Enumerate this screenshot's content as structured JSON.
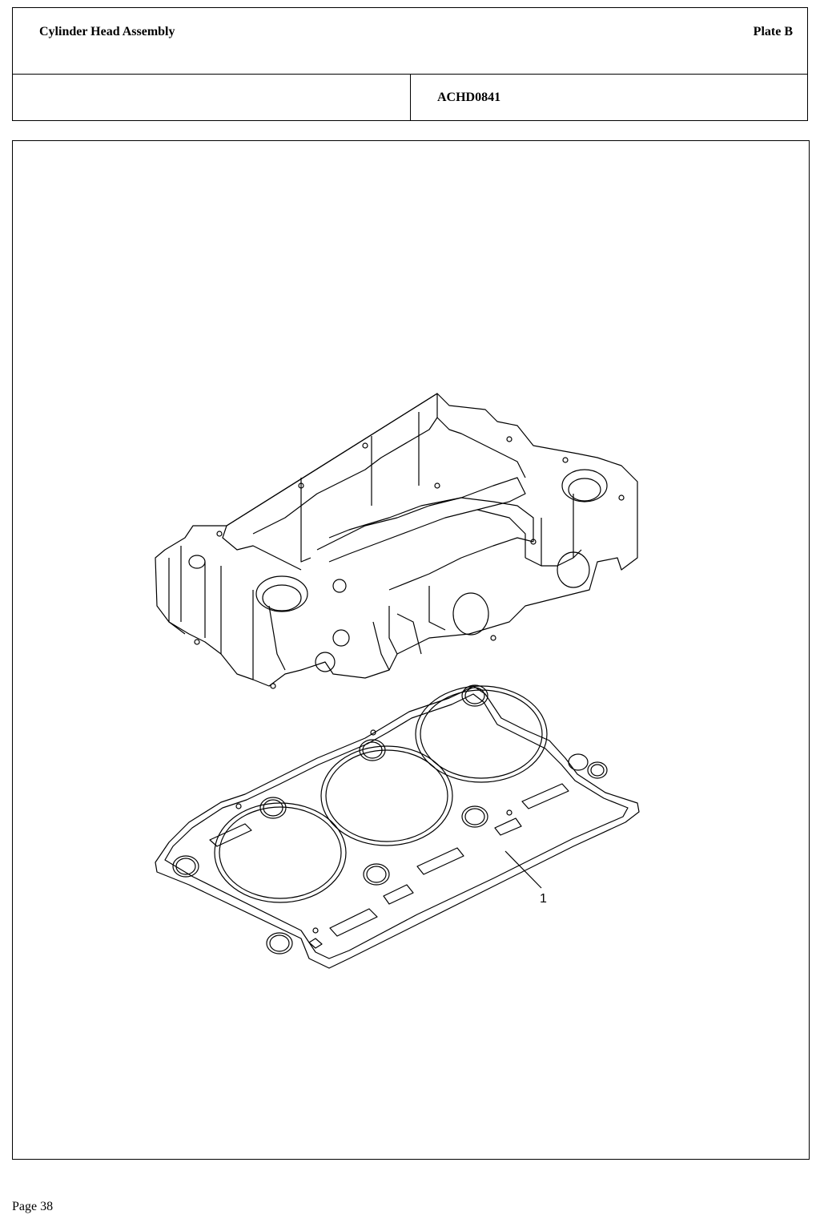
{
  "header": {
    "title": "Cylinder Head Assembly",
    "plate": "Plate B",
    "drawing_code": "ACHD0841"
  },
  "illustration": {
    "callouts": [
      {
        "label": "1"
      }
    ]
  },
  "footer": {
    "page": "Page 38"
  }
}
